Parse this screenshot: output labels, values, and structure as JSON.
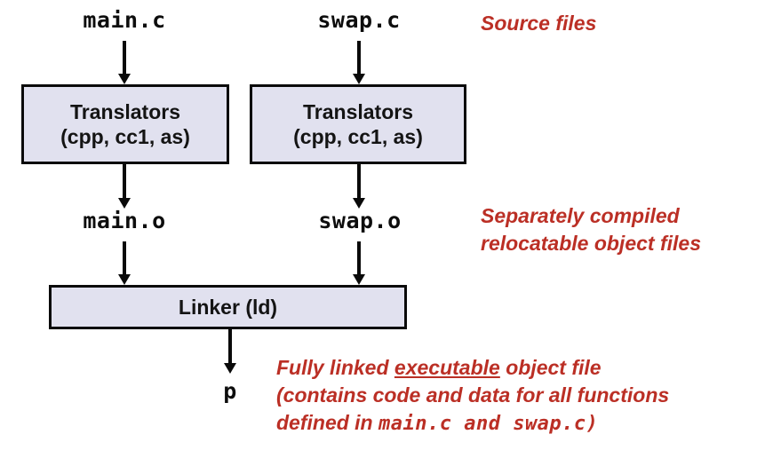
{
  "diagram": {
    "title": "Static linking compilation pipeline",
    "colors": {
      "box_fill": "#e1e1ef",
      "box_border": "#0a0a0a",
      "annotation_red": "#bb2f25",
      "text_black": "#0d0d0d",
      "background": "#ffffff"
    },
    "source_files": [
      {
        "name": "main.c"
      },
      {
        "name": "swap.c"
      }
    ],
    "translator_boxes": [
      {
        "line1": "Translators",
        "line2": "(cpp, cc1, as)"
      },
      {
        "line1": "Translators",
        "line2": "(cpp, cc1, as)"
      }
    ],
    "object_files": [
      {
        "name": "main.o"
      },
      {
        "name": "swap.o"
      }
    ],
    "linker_box": {
      "line1": "Linker (ld)"
    },
    "executable": {
      "name": "p"
    },
    "annotations": {
      "source": "Source files",
      "relocatable_line1": "Separately compiled",
      "relocatable_line2": "relocatable object files",
      "executable_line1_a": "Fully linked ",
      "executable_line1_underlined": "executable",
      "executable_line1_b": " object file",
      "executable_line2": "(contains code and data for all functions",
      "executable_line3_prefix": "defined in ",
      "executable_line3_mono": "main.c and swap.c)"
    }
  }
}
